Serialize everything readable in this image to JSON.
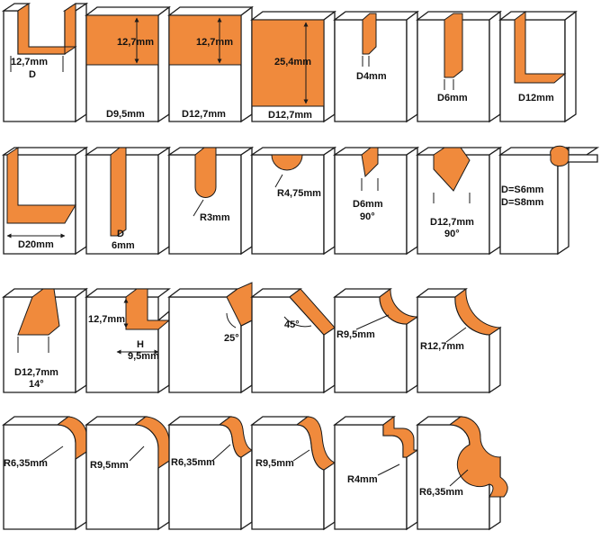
{
  "colors": {
    "profile": "#f08a3c",
    "profile_dark": "#e06c1f",
    "outline": "#1a1a1a",
    "block": "#ffffff"
  },
  "labels": {
    "r1_c1_w": "12,7mm",
    "r1_c1_d": "D",
    "r1_c2_h": "12,7mm",
    "r1_c2_d": "D9,5mm",
    "r1_c3_h": "12,7mm",
    "r1_c3_d": "D12,7mm",
    "r1_c4_h": "25,4mm",
    "r1_c4_d": "D12,7mm",
    "r1_c5_d": "D4mm",
    "r1_c6_d": "D6mm",
    "r1_c7_d": "D12mm",
    "r2_c1_d": "D20mm",
    "r2_c2_d": "D",
    "r2_c2_v": "6mm",
    "r2_c3_r": "R3mm",
    "r2_c4_r": "R4,75mm",
    "r2_c5_d": "D6mm",
    "r2_c5_a": "90°",
    "r2_c6_d": "D12,7mm",
    "r2_c6_a": "90°",
    "r2_c7_d1": "D=S6mm",
    "r2_c7_d2": "D=S8mm",
    "r3_c1_d": "D12,7mm",
    "r3_c1_a": "14°",
    "r3_c2_h": "12,7mm",
    "r3_c2_hl": "H",
    "r3_c2_w": "9,5mm",
    "r3_c3_a": "25°",
    "r3_c4_a": "45°",
    "r3_c5_r": "R9,5mm",
    "r3_c6_r": "R12,7mm",
    "r4_c1_r": "R6,35mm",
    "r4_c2_r": "R9,5mm",
    "r4_c3_r": "R6,35mm",
    "r4_c4_r": "R9,5mm",
    "r4_c5_r": "R4mm",
    "r4_c6_r": "R6,35mm"
  }
}
